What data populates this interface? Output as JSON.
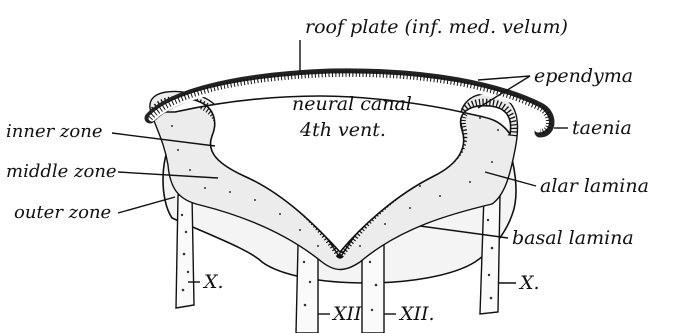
{
  "figure": {
    "labels": {
      "roof_plate": "roof plate (inf. med. velum)",
      "ependyma": "ependyma",
      "neural_canal_line1": "neural canal",
      "neural_canal_line2": "4th vent.",
      "taenia": "taenia",
      "inner_zone": "inner zone",
      "middle_zone": "middle zone",
      "outer_zone": "outer zone",
      "alar_lamina": "alar lamina",
      "basal_lamina": "basal lamina",
      "nerve_x_left": "X.",
      "nerve_x_right": "X.",
      "nerve_xii_left": "XII",
      "nerve_xii_right": "XII."
    }
  }
}
